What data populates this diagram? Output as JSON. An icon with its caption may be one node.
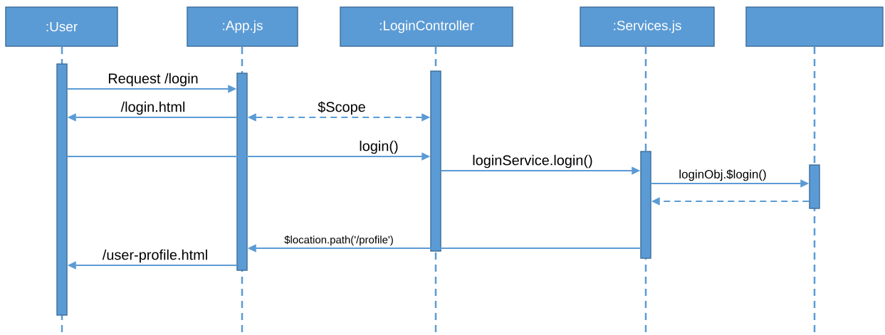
{
  "diagram": {
    "nodes": [
      {
        "text": [
          ":User"
        ]
      },
      {
        "text": [
          ":App.js"
        ]
      },
      {
        "text": [
          ":LoginController"
        ]
      },
      {
        "text": [
          ":Services.js"
        ]
      },
      {
        "text": [],
        "shape": "box"
      },
      {
        "text": [],
        "shape": "bar"
      },
      {
        "text": [],
        "shape": "bar"
      },
      {
        "text": [],
        "shape": "bar"
      },
      {
        "text": [],
        "shape": "bar"
      },
      {
        "text": [],
        "shape": "bar"
      }
    ],
    "edges": [
      {
        "from": 5,
        "to": 6,
        "arrow": "to",
        "label": "Request /login"
      },
      {
        "from": 6,
        "to": 5,
        "arrow": "to",
        "label": "/login.html"
      },
      {
        "from": 6,
        "to": 7,
        "arrow": "both",
        "label": "$Scope",
        "style": "dashed"
      },
      {
        "from": 5,
        "to": 7,
        "arrow": "to",
        "label": "login()"
      },
      {
        "from": 7,
        "to": 8,
        "arrow": "to",
        "label": "loginService.login()"
      },
      {
        "from": 8,
        "to": 9,
        "arrow": "to",
        "label": "loginObj.$login()"
      },
      {
        "from": 9,
        "to": 8,
        "arrow": "to",
        "style": "dashed"
      },
      {
        "from": 8,
        "to": 6,
        "arrow": "to",
        "label": "$location.path('/profile')"
      },
      {
        "from": 6,
        "to": 5,
        "arrow": "to",
        "label": "/user-profile.html"
      }
    ]
  }
}
